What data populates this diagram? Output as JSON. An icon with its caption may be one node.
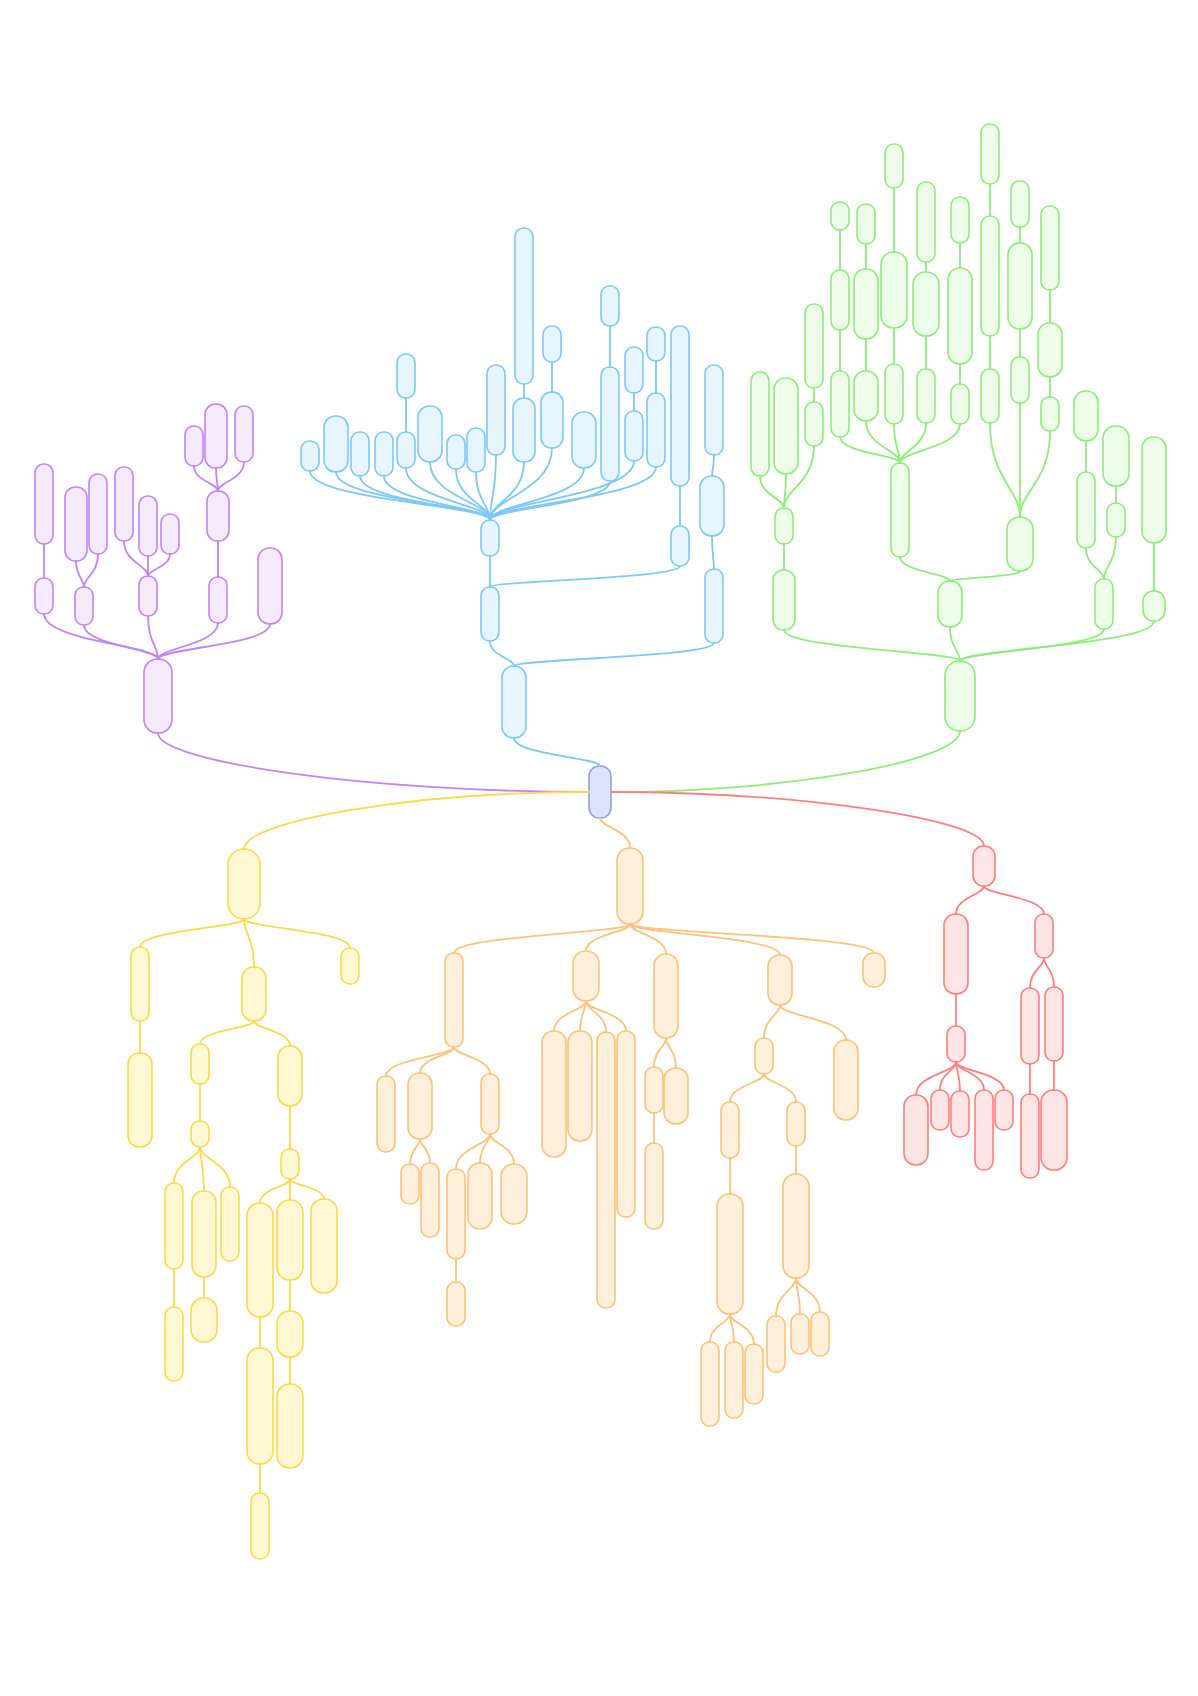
{
  "diagram": {
    "nodes": [
      {
        "text": [],
        "shape": "box"
      },
      {
        "text": [],
        "shape": "box"
      },
      {
        "text": [],
        "shape": "box"
      },
      {
        "text": [],
        "shape": "box"
      },
      {
        "text": [],
        "shape": "box"
      },
      {
        "text": [],
        "shape": "box"
      },
      {
        "text": [],
        "shape": "box"
      },
      {
        "text": [],
        "shape": "box"
      },
      {
        "text": [],
        "shape": "box"
      },
      {
        "text": [],
        "shape": "box"
      },
      {
        "text": [],
        "shape": "box"
      },
      {
        "text": [],
        "shape": "box"
      },
      {
        "text": [],
        "shape": "box"
      },
      {
        "text": [],
        "shape": "box"
      },
      {
        "text": [],
        "shape": "box"
      },
      {
        "text": [],
        "shape": "box"
      },
      {
        "text": [],
        "shape": "box"
      },
      {
        "text": [],
        "shape": "box"
      },
      {
        "text": [],
        "shape": "box"
      },
      {
        "text": [],
        "shape": "box"
      },
      {
        "text": [],
        "shape": "box"
      },
      {
        "text": [],
        "shape": "box"
      },
      {
        "text": [],
        "shape": "box"
      },
      {
        "text": [],
        "shape": "box"
      },
      {
        "text": [],
        "shape": "box"
      },
      {
        "text": [],
        "shape": "box"
      },
      {
        "text": [],
        "shape": "box"
      },
      {
        "text": [],
        "shape": "box"
      },
      {
        "text": [],
        "shape": "box"
      },
      {
        "text": [],
        "shape": "box"
      },
      {
        "text": [],
        "shape": "box"
      },
      {
        "text": [],
        "shape": "box"
      },
      {
        "text": [],
        "shape": "box"
      },
      {
        "text": [],
        "shape": "box"
      },
      {
        "text": [],
        "shape": "box"
      },
      {
        "text": [],
        "shape": "box"
      },
      {
        "text": [],
        "shape": "box"
      },
      {
        "text": [],
        "shape": "box"
      },
      {
        "text": [],
        "shape": "box"
      },
      {
        "text": [],
        "shape": "box"
      },
      {
        "text": [],
        "shape": "box"
      },
      {
        "text": [],
        "shape": "box"
      },
      {
        "text": [],
        "shape": "box"
      },
      {
        "text": [],
        "shape": "box"
      },
      {
        "text": [],
        "shape": "box"
      },
      {
        "text": [],
        "shape": "box"
      },
      {
        "text": [],
        "shape": "box"
      },
      {
        "text": [],
        "shape": "box"
      },
      {
        "text": [],
        "shape": "box"
      },
      {
        "text": [],
        "shape": "box"
      },
      {
        "text": [],
        "shape": "box"
      },
      {
        "text": [],
        "shape": "box"
      },
      {
        "text": [],
        "shape": "box"
      },
      {
        "text": [],
        "shape": "box"
      },
      {
        "text": [],
        "shape": "box"
      },
      {
        "text": [],
        "shape": "box"
      },
      {
        "text": [],
        "shape": "box"
      },
      {
        "text": [],
        "shape": "box"
      },
      {
        "text": [],
        "shape": "box"
      },
      {
        "text": [],
        "shape": "box"
      },
      {
        "text": [],
        "shape": "box"
      },
      {
        "text": [],
        "shape": "box"
      },
      {
        "text": [],
        "shape": "box"
      },
      {
        "text": [],
        "shape": "box"
      },
      {
        "text": [],
        "shape": "box"
      },
      {
        "text": [],
        "shape": "box"
      },
      {
        "text": [],
        "shape": "box"
      },
      {
        "text": [],
        "shape": "box"
      },
      {
        "text": [],
        "shape": "box"
      },
      {
        "text": [],
        "shape": "box"
      },
      {
        "text": [],
        "shape": "box"
      },
      {
        "text": [],
        "shape": "box"
      },
      {
        "text": [],
        "shape": "box"
      },
      {
        "text": [],
        "shape": "box"
      },
      {
        "text": [],
        "shape": "box"
      },
      {
        "text": [],
        "shape": "box"
      },
      {
        "text": [],
        "shape": "box"
      },
      {
        "text": [],
        "shape": "box"
      },
      {
        "text": [],
        "shape": "box"
      },
      {
        "text": [],
        "shape": "box"
      },
      {
        "text": [],
        "shape": "box"
      },
      {
        "text": [],
        "shape": "box"
      },
      {
        "text": [],
        "shape": "box"
      },
      {
        "text": [],
        "shape": "box"
      },
      {
        "text": [],
        "shape": "box"
      },
      {
        "text": [],
        "shape": "box"
      },
      {
        "text": [],
        "shape": "box"
      },
      {
        "text": [],
        "shape": "box"
      },
      {
        "text": [],
        "shape": "box"
      },
      {
        "text": [],
        "shape": "box"
      },
      {
        "text": [],
        "shape": "box"
      },
      {
        "text": [],
        "shape": "box"
      },
      {
        "text": [],
        "shape": "box"
      },
      {
        "text": [],
        "shape": "box"
      },
      {
        "text": [],
        "shape": "box"
      },
      {
        "text": [],
        "shape": "box"
      },
      {
        "text": [],
        "shape": "box"
      },
      {
        "text": [],
        "shape": "box"
      },
      {
        "text": [],
        "shape": "box"
      },
      {
        "text": [],
        "shape": "box"
      },
      {
        "text": [],
        "shape": "box"
      },
      {
        "text": [],
        "shape": "box"
      },
      {
        "text": [],
        "shape": "box"
      },
      {
        "text": [],
        "shape": "box"
      },
      {
        "text": [],
        "shape": "box"
      },
      {
        "text": [],
        "shape": "box"
      },
      {
        "text": [],
        "shape": "box"
      },
      {
        "text": [],
        "shape": "box"
      },
      {
        "text": [],
        "shape": "box"
      },
      {
        "text": [],
        "shape": "box"
      },
      {
        "text": [],
        "shape": "box"
      },
      {
        "text": [],
        "shape": "box"
      },
      {
        "text": [],
        "shape": "box"
      },
      {
        "text": [],
        "shape": "box"
      },
      {
        "text": [],
        "shape": "box"
      },
      {
        "text": [],
        "shape": "box"
      },
      {
        "text": [],
        "shape": "box"
      },
      {
        "text": [],
        "shape": "box"
      },
      {
        "text": [],
        "shape": "box"
      },
      {
        "text": [],
        "shape": "box"
      },
      {
        "text": [],
        "shape": "box"
      },
      {
        "text": [],
        "shape": "box"
      },
      {
        "text": [],
        "shape": "box"
      },
      {
        "text": [],
        "shape": "box"
      },
      {
        "text": [],
        "shape": "box"
      },
      {
        "text": [],
        "shape": "box"
      },
      {
        "text": [],
        "shape": "box"
      },
      {
        "text": [],
        "shape": "box"
      },
      {
        "text": [],
        "shape": "box"
      },
      {
        "text": [],
        "shape": "box"
      },
      {
        "text": [],
        "shape": "box"
      },
      {
        "text": [],
        "shape": "box"
      },
      {
        "text": [],
        "shape": "box"
      },
      {
        "text": [],
        "shape": "box"
      },
      {
        "text": [],
        "shape": "box"
      },
      {
        "text": [],
        "shape": "box"
      },
      {
        "text": [],
        "shape": "box"
      },
      {
        "text": [],
        "shape": "box"
      },
      {
        "text": [],
        "shape": "box"
      },
      {
        "text": [],
        "shape": "box"
      },
      {
        "text": [],
        "shape": "box"
      },
      {
        "text": [],
        "shape": "box"
      },
      {
        "text": [],
        "shape": "box"
      },
      {
        "text": [],
        "shape": "box"
      },
      {
        "text": [],
        "shape": "box"
      },
      {
        "text": [],
        "shape": "box"
      },
      {
        "text": [],
        "shape": "box"
      },
      {
        "text": [],
        "shape": "box"
      },
      {
        "text": [],
        "shape": "box"
      },
      {
        "text": [],
        "shape": "box"
      },
      {
        "text": [],
        "shape": "box"
      },
      {
        "text": [],
        "shape": "box"
      },
      {
        "text": [],
        "shape": "box"
      },
      {
        "text": [],
        "shape": "box"
      },
      {
        "text": [],
        "shape": "box"
      }
    ],
    "edges": [
      {
        "from": 0,
        "to": 1,
        "arrow": "none",
        "color": "#c084fc"
      },
      {
        "from": 1,
        "to": 2,
        "arrow": "none",
        "color": "#c084fc"
      },
      {
        "from": 2,
        "to": 3,
        "arrow": "none",
        "color": "#c084fc"
      },
      {
        "from": 1,
        "to": 4,
        "arrow": "none",
        "color": "#c084fc"
      },
      {
        "from": 4,
        "to": 5,
        "arrow": "none",
        "color": "#c084fc"
      },
      {
        "from": 4,
        "to": 6,
        "arrow": "none",
        "color": "#c084fc"
      },
      {
        "from": 1,
        "to": 7,
        "arrow": "none",
        "color": "#c084fc"
      },
      {
        "from": 7,
        "to": 8,
        "arrow": "none",
        "color": "#c084fc"
      },
      {
        "from": 7,
        "to": 9,
        "arrow": "none",
        "color": "#c084fc"
      },
      {
        "from": 7,
        "to": 10,
        "arrow": "none",
        "color": "#c084fc"
      },
      {
        "from": 1,
        "to": 11,
        "arrow": "none",
        "color": "#c084fc"
      },
      {
        "from": 11,
        "to": 12,
        "arrow": "none",
        "color": "#c084fc"
      },
      {
        "from": 12,
        "to": 13,
        "arrow": "none",
        "color": "#c084fc"
      },
      {
        "from": 12,
        "to": 14,
        "arrow": "none",
        "color": "#c084fc"
      },
      {
        "from": 12,
        "to": 15,
        "arrow": "none",
        "color": "#c084fc"
      },
      {
        "from": 1,
        "to": 16,
        "arrow": "none",
        "color": "#c084fc"
      },
      {
        "from": 0,
        "to": 17,
        "arrow": "none",
        "color": "#7cc8f8"
      },
      {
        "from": 17,
        "to": 18,
        "arrow": "none",
        "color": "#7cc8f8"
      },
      {
        "from": 18,
        "to": 19,
        "arrow": "none",
        "color": "#7cc8f8"
      },
      {
        "from": 19,
        "to": 20,
        "arrow": "none",
        "color": "#7cc8f8"
      },
      {
        "from": 19,
        "to": 21,
        "arrow": "none",
        "color": "#7cc8f8"
      },
      {
        "from": 19,
        "to": 22,
        "arrow": "none",
        "color": "#7cc8f8"
      },
      {
        "from": 19,
        "to": 23,
        "arrow": "none",
        "color": "#7cc8f8"
      },
      {
        "from": 19,
        "to": 24,
        "arrow": "none",
        "color": "#7cc8f8"
      },
      {
        "from": 24,
        "to": 25,
        "arrow": "none",
        "color": "#7cc8f8"
      },
      {
        "from": 19,
        "to": 26,
        "arrow": "none",
        "color": "#7cc8f8"
      },
      {
        "from": 19,
        "to": 27,
        "arrow": "none",
        "color": "#7cc8f8"
      },
      {
        "from": 19,
        "to": 28,
        "arrow": "none",
        "color": "#7cc8f8"
      },
      {
        "from": 19,
        "to": 29,
        "arrow": "none",
        "color": "#7cc8f8"
      },
      {
        "from": 19,
        "to": 30,
        "arrow": "none",
        "color": "#7cc8f8"
      },
      {
        "from": 30,
        "to": 31,
        "arrow": "none",
        "color": "#7cc8f8"
      },
      {
        "from": 19,
        "to": 32,
        "arrow": "none",
        "color": "#7cc8f8"
      },
      {
        "from": 32,
        "to": 33,
        "arrow": "none",
        "color": "#7cc8f8"
      },
      {
        "from": 19,
        "to": 34,
        "arrow": "none",
        "color": "#7cc8f8"
      },
      {
        "from": 19,
        "to": 35,
        "arrow": "none",
        "color": "#7cc8f8"
      },
      {
        "from": 35,
        "to": 36,
        "arrow": "none",
        "color": "#7cc8f8"
      },
      {
        "from": 19,
        "to": 37,
        "arrow": "none",
        "color": "#7cc8f8"
      },
      {
        "from": 37,
        "to": 38,
        "arrow": "none",
        "color": "#7cc8f8"
      },
      {
        "from": 19,
        "to": 39,
        "arrow": "none",
        "color": "#7cc8f8"
      },
      {
        "from": 39,
        "to": 40,
        "arrow": "none",
        "color": "#7cc8f8"
      },
      {
        "from": 18,
        "to": 41,
        "arrow": "none",
        "color": "#7cc8f8"
      },
      {
        "from": 41,
        "to": 42,
        "arrow": "none",
        "color": "#7cc8f8"
      },
      {
        "from": 17,
        "to": 43,
        "arrow": "none",
        "color": "#7cc8f8"
      },
      {
        "from": 43,
        "to": 44,
        "arrow": "none",
        "color": "#7cc8f8"
      },
      {
        "from": 44,
        "to": 45,
        "arrow": "none",
        "color": "#7cc8f8"
      },
      {
        "from": 0,
        "to": 46,
        "arrow": "none"
      },
      {
        "from": 46,
        "to": 47,
        "arrow": "none"
      },
      {
        "from": 47,
        "to": 48,
        "arrow": "none"
      },
      {
        "from": 48,
        "to": 49,
        "arrow": "none"
      },
      {
        "from": 48,
        "to": 50,
        "arrow": "none"
      },
      {
        "from": 48,
        "to": 51,
        "arrow": "none"
      },
      {
        "from": 51,
        "to": 52,
        "arrow": "none"
      },
      {
        "from": 46,
        "to": 53,
        "arrow": "none"
      },
      {
        "from": 53,
        "to": 54,
        "arrow": "none"
      },
      {
        "from": 54,
        "to": 55,
        "arrow": "none"
      },
      {
        "from": 55,
        "to": 56,
        "arrow": "none"
      },
      {
        "from": 56,
        "to": 57,
        "arrow": "none"
      },
      {
        "from": 54,
        "to": 58,
        "arrow": "none"
      },
      {
        "from": 58,
        "to": 59,
        "arrow": "none"
      },
      {
        "from": 59,
        "to": 60,
        "arrow": "none"
      },
      {
        "from": 54,
        "to": 61,
        "arrow": "none"
      },
      {
        "from": 61,
        "to": 62,
        "arrow": "none"
      },
      {
        "from": 62,
        "to": 63,
        "arrow": "none"
      },
      {
        "from": 54,
        "to": 64,
        "arrow": "none"
      },
      {
        "from": 64,
        "to": 65,
        "arrow": "none"
      },
      {
        "from": 65,
        "to": 66,
        "arrow": "none"
      },
      {
        "from": 54,
        "to": 67,
        "arrow": "none"
      },
      {
        "from": 67,
        "to": 68,
        "arrow": "none"
      },
      {
        "from": 68,
        "to": 69,
        "arrow": "none"
      },
      {
        "from": 53,
        "to": 70,
        "arrow": "none"
      },
      {
        "from": 70,
        "to": 71,
        "arrow": "none"
      },
      {
        "from": 71,
        "to": 72,
        "arrow": "none"
      },
      {
        "from": 72,
        "to": 73,
        "arrow": "none"
      },
      {
        "from": 70,
        "to": 74,
        "arrow": "none"
      },
      {
        "from": 74,
        "to": 75,
        "arrow": "none"
      },
      {
        "from": 75,
        "to": 76,
        "arrow": "none"
      },
      {
        "from": 70,
        "to": 77,
        "arrow": "none"
      },
      {
        "from": 77,
        "to": 78,
        "arrow": "none"
      },
      {
        "from": 78,
        "to": 79,
        "arrow": "none"
      },
      {
        "from": 46,
        "to": 80,
        "arrow": "none"
      },
      {
        "from": 80,
        "to": 81,
        "arrow": "none"
      },
      {
        "from": 81,
        "to": 82,
        "arrow": "none"
      },
      {
        "from": 80,
        "to": 83,
        "arrow": "none"
      },
      {
        "from": 83,
        "to": 84,
        "arrow": "none"
      },
      {
        "from": 46,
        "to": 85,
        "arrow": "none"
      },
      {
        "from": 85,
        "to": 86,
        "arrow": "none"
      },
      {
        "from": 0,
        "to": 87,
        "arrow": "none",
        "color": "#ffd84d"
      },
      {
        "from": 87,
        "to": 88,
        "arrow": "none",
        "color": "#ffd84d"
      },
      {
        "from": 88,
        "to": 89,
        "arrow": "none",
        "color": "#ffd84d"
      },
      {
        "from": 87,
        "to": 90,
        "arrow": "none",
        "color": "#ffd84d"
      },
      {
        "from": 90,
        "to": 91,
        "arrow": "none",
        "color": "#ffd84d"
      },
      {
        "from": 91,
        "to": 92,
        "arrow": "none",
        "color": "#ffd84d"
      },
      {
        "from": 92,
        "to": 93,
        "arrow": "none",
        "color": "#ffd84d"
      },
      {
        "from": 93,
        "to": 94,
        "arrow": "none",
        "color": "#ffd84d"
      },
      {
        "from": 92,
        "to": 95,
        "arrow": "none",
        "color": "#ffd84d"
      },
      {
        "from": 95,
        "to": 96,
        "arrow": "none",
        "color": "#ffd84d"
      },
      {
        "from": 92,
        "to": 97,
        "arrow": "none",
        "color": "#ffd84d"
      },
      {
        "from": 90,
        "to": 98,
        "arrow": "none",
        "color": "#ffd84d"
      },
      {
        "from": 98,
        "to": 99,
        "arrow": "none",
        "color": "#ffd84d"
      },
      {
        "from": 99,
        "to": 100,
        "arrow": "none",
        "color": "#ffd84d"
      },
      {
        "from": 100,
        "to": 101,
        "arrow": "none",
        "color": "#ffd84d"
      },
      {
        "from": 101,
        "to": 102,
        "arrow": "none",
        "color": "#ffd84d"
      },
      {
        "from": 99,
        "to": 103,
        "arrow": "none",
        "color": "#ffd84d"
      },
      {
        "from": 103,
        "to": 104,
        "arrow": "none",
        "color": "#ffd84d"
      },
      {
        "from": 104,
        "to": 105,
        "arrow": "none",
        "color": "#ffd84d"
      },
      {
        "from": 99,
        "to": 106,
        "arrow": "none",
        "color": "#ffd84d"
      },
      {
        "from": 87,
        "to": 107,
        "arrow": "none",
        "color": "#ffd84d"
      },
      {
        "from": 0,
        "to": 108,
        "arrow": "none",
        "color": "#ffc27a"
      },
      {
        "from": 108,
        "to": 109,
        "arrow": "none",
        "color": "#ffc27a"
      },
      {
        "from": 109,
        "to": 110,
        "arrow": "none",
        "color": "#ffc27a"
      },
      {
        "from": 109,
        "to": 111,
        "arrow": "none",
        "color": "#ffc27a"
      },
      {
        "from": 111,
        "to": 112,
        "arrow": "none",
        "color": "#ffc27a"
      },
      {
        "from": 111,
        "to": 113,
        "arrow": "none",
        "color": "#ffc27a"
      },
      {
        "from": 109,
        "to": 114,
        "arrow": "none",
        "color": "#ffc27a"
      },
      {
        "from": 114,
        "to": 115,
        "arrow": "none",
        "color": "#ffc27a"
      },
      {
        "from": 115,
        "to": 116,
        "arrow": "none",
        "color": "#ffc27a"
      },
      {
        "from": 114,
        "to": 117,
        "arrow": "none",
        "color": "#ffc27a"
      },
      {
        "from": 114,
        "to": 118,
        "arrow": "none",
        "color": "#ffc27a"
      },
      {
        "from": 108,
        "to": 119,
        "arrow": "none",
        "color": "#ffc27a"
      },
      {
        "from": 119,
        "to": 120,
        "arrow": "none",
        "color": "#ffc27a"
      },
      {
        "from": 119,
        "to": 121,
        "arrow": "none",
        "color": "#ffc27a"
      },
      {
        "from": 119,
        "to": 122,
        "arrow": "none",
        "color": "#ffc27a"
      },
      {
        "from": 119,
        "to": 123,
        "arrow": "none",
        "color": "#ffc27a"
      },
      {
        "from": 108,
        "to": 124,
        "arrow": "none",
        "color": "#ffc27a"
      },
      {
        "from": 124,
        "to": 125,
        "arrow": "none",
        "color": "#ffc27a"
      },
      {
        "from": 125,
        "to": 126,
        "arrow": "none",
        "color": "#ffc27a"
      },
      {
        "from": 124,
        "to": 127,
        "arrow": "none",
        "color": "#ffc27a"
      },
      {
        "from": 108,
        "to": 128,
        "arrow": "none",
        "color": "#ffc27a"
      },
      {
        "from": 128,
        "to": 129,
        "arrow": "none",
        "color": "#ffc27a"
      },
      {
        "from": 129,
        "to": 130,
        "arrow": "none",
        "color": "#ffc27a"
      },
      {
        "from": 130,
        "to": 131,
        "arrow": "none",
        "color": "#ffc27a"
      },
      {
        "from": 131,
        "to": 132,
        "arrow": "none",
        "color": "#ffc27a"
      },
      {
        "from": 131,
        "to": 133,
        "arrow": "none",
        "color": "#ffc27a"
      },
      {
        "from": 131,
        "to": 134,
        "arrow": "none",
        "color": "#ffc27a"
      },
      {
        "from": 129,
        "to": 135,
        "arrow": "none",
        "color": "#ffc27a"
      },
      {
        "from": 135,
        "to": 136,
        "arrow": "none",
        "color": "#ffc27a"
      },
      {
        "from": 136,
        "to": 137,
        "arrow": "none",
        "color": "#ffc27a"
      },
      {
        "from": 136,
        "to": 138,
        "arrow": "none",
        "color": "#ffc27a"
      },
      {
        "from": 136,
        "to": 139,
        "arrow": "none",
        "color": "#ffc27a"
      },
      {
        "from": 128,
        "to": 140,
        "arrow": "none",
        "color": "#ffc27a"
      },
      {
        "from": 108,
        "to": 141,
        "arrow": "none",
        "color": "#ffc27a"
      },
      {
        "from": 0,
        "to": 142,
        "arrow": "none",
        "color": "#ff7f7f"
      },
      {
        "from": 142,
        "to": 143,
        "arrow": "none",
        "color": "#ff7f7f"
      },
      {
        "from": 143,
        "to": 144,
        "arrow": "none",
        "color": "#ff7f7f"
      },
      {
        "from": 144,
        "to": 145,
        "arrow": "none",
        "color": "#ff7f7f"
      },
      {
        "from": 144,
        "to": 146,
        "arrow": "none",
        "color": "#ff7f7f"
      },
      {
        "from": 144,
        "to": 147,
        "arrow": "none",
        "color": "#ff7f7f"
      },
      {
        "from": 144,
        "to": 148,
        "arrow": "none",
        "color": "#ff7f7f"
      },
      {
        "from": 144,
        "to": 149,
        "arrow": "none",
        "color": "#ff7f7f"
      },
      {
        "from": 142,
        "to": 150,
        "arrow": "none",
        "color": "#ff7f7f"
      },
      {
        "from": 150,
        "to": 151,
        "arrow": "none",
        "color": "#ff7f7f"
      },
      {
        "from": 151,
        "to": 152,
        "arrow": "none",
        "color": "#ff7f7f"
      },
      {
        "from": 150,
        "to": 153,
        "arrow": "none",
        "color": "#ff7f7f"
      },
      {
        "from": 153,
        "to": 154,
        "arrow": "none",
        "color": "#ff7f7f"
      }
    ]
  }
}
